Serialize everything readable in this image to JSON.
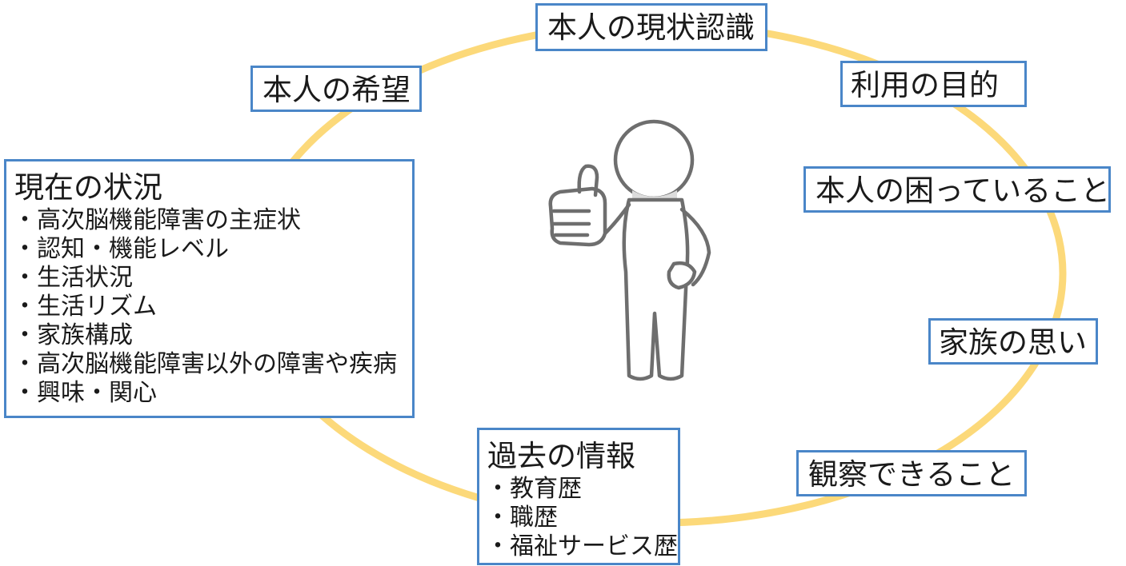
{
  "colors": {
    "ring": "#fcd97a",
    "box_border": "#4a86c8",
    "figure_stroke": "#6e6e6e",
    "figure_fill": "#ffffff",
    "collar": "#dcdcdc"
  },
  "icons": {
    "center": "thumbs-up-person-icon"
  },
  "labels": {
    "self_awareness": "本人の現状認識",
    "wish": "本人の希望",
    "purpose": "利用の目的",
    "troubles": "本人の困っていること",
    "family_thoughts": "家族の思い",
    "observable": "観察できること"
  },
  "current": {
    "title": "現在の状況",
    "items": [
      "・高次脳機能障害の主症状",
      "・認知・機能レベル",
      "・生活状況",
      "・生活リズム",
      "・家族構成",
      "・高次脳機能障害以外の障害や疾病",
      "・興味・関心"
    ]
  },
  "past": {
    "title": "過去の情報",
    "items": [
      "・教育歴",
      "・職歴",
      "・福祉サービス歴"
    ]
  }
}
